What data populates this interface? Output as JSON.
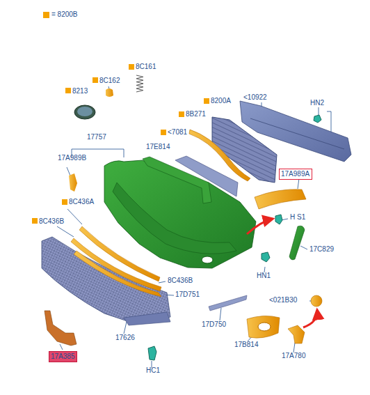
{
  "diagram": {
    "nodes": [
      {
        "text": [
          "17A989A"
        ]
      },
      {
        "text": [
          "17A385"
        ]
      }
    ],
    "labels": [
      "8C161",
      "8213",
      "8C162",
      "<10922",
      "HN2",
      "8200A",
      "8B271",
      "<7081",
      "17757",
      "17E814",
      "17A989B",
      "8C436A",
      "8C436B",
      "H S1",
      "17C829",
      "HN1",
      "8C436B",
      "17D751",
      "<021B30",
      "17D750",
      "17626",
      "17B814",
      "17A780",
      "HC1"
    ],
    "legend": [
      {
        "text": "= 8200B",
        "color": "#f5a300"
      }
    ]
  }
}
